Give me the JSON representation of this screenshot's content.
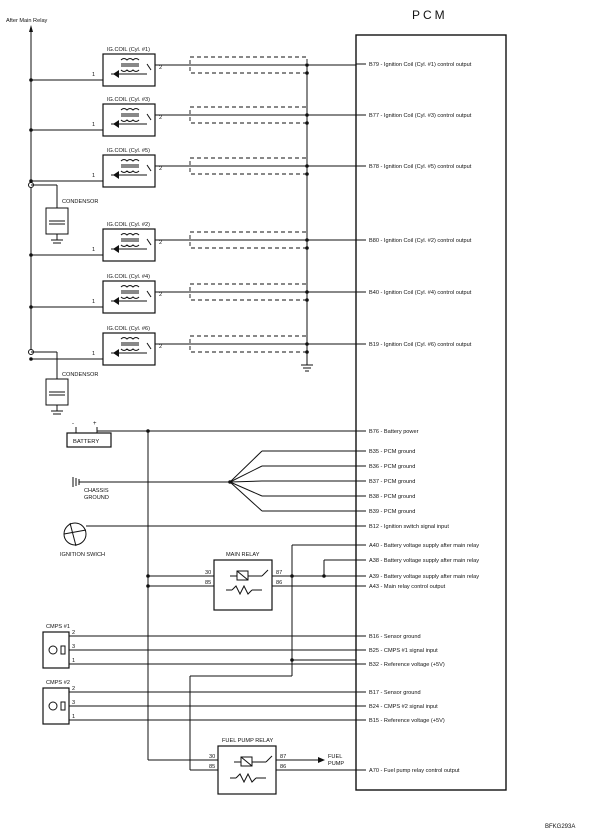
{
  "pcm_title": "PCM",
  "after_main_relay": "After Main Relay",
  "condensor": "CONDENSOR",
  "battery": "BATTERY",
  "battery_minus": "-",
  "battery_plus": "+",
  "chassis_ground": "CHASSIS\nGROUND",
  "ignition_switch": "IGNITION SWICH",
  "main_relay": "MAIN RELAY",
  "fuel_pump_relay": "FUEL PUMP RELAY",
  "fuel_pump": "FUEL\nPUMP",
  "figure_code": "BFKG293A",
  "coils": [
    {
      "label": "IG.COIL (Cyl. #1)",
      "pin1": "1",
      "pin2": "2"
    },
    {
      "label": "IG.COIL (Cyl. #3)",
      "pin1": "1",
      "pin2": "2"
    },
    {
      "label": "IG.COIL (Cyl. #5)",
      "pin1": "1",
      "pin2": "2"
    },
    {
      "label": "IG.COIL (Cyl. #2)",
      "pin1": "1",
      "pin2": "2"
    },
    {
      "label": "IG.COIL (Cyl. #4)",
      "pin1": "1",
      "pin2": "2"
    },
    {
      "label": "IG.COIL (Cyl. #6)",
      "pin1": "1",
      "pin2": "2"
    }
  ],
  "pcm_pins": [
    {
      "pin": "B79",
      "desc": "Ignition Coil (Cyl. #1) control output"
    },
    {
      "pin": "B77",
      "desc": "Ignition Coil (Cyl. #3) control output"
    },
    {
      "pin": "B78",
      "desc": "Ignition Coil (Cyl. #5) control output"
    },
    {
      "pin": "B80",
      "desc": "Ignition Coil (Cyl. #2) control output"
    },
    {
      "pin": "B40",
      "desc": "Ignition Coil (Cyl. #4) control output"
    },
    {
      "pin": "B19",
      "desc": "Ignition Coil (Cyl. #6) control output"
    },
    {
      "pin": "B76",
      "desc": "Battery power"
    },
    {
      "pin": "B35",
      "desc": "PCM ground"
    },
    {
      "pin": "B36",
      "desc": "PCM ground"
    },
    {
      "pin": "B37",
      "desc": "PCM ground"
    },
    {
      "pin": "B38",
      "desc": "PCM ground"
    },
    {
      "pin": "B39",
      "desc": "PCM ground"
    },
    {
      "pin": "B12",
      "desc": "Ignition switch signal input"
    },
    {
      "pin": "A40",
      "desc": "Battery voltage supply after main relay"
    },
    {
      "pin": "A38",
      "desc": "Battery voltage supply after main relay"
    },
    {
      "pin": "A39",
      "desc": "Battery voltage supply after main relay"
    },
    {
      "pin": "A43",
      "desc": "Main relay control output"
    },
    {
      "pin": "B16",
      "desc": "Sensor ground"
    },
    {
      "pin": "B25",
      "desc": "CMPS #1 signal input"
    },
    {
      "pin": "B32",
      "desc": "Reference voltage (+5V)"
    },
    {
      "pin": "B17",
      "desc": "Sensor ground"
    },
    {
      "pin": "B24",
      "desc": "CMPS #2 signal input"
    },
    {
      "pin": "B15",
      "desc": "Reference voltage (+5V)"
    },
    {
      "pin": "A70",
      "desc": "Fuel pump relay control output"
    }
  ],
  "main_relay_pins": {
    "p30": "30",
    "p85": "85",
    "p87": "87",
    "p86": "86"
  },
  "fuel_relay_pins": {
    "p30": "30",
    "p85": "85",
    "p87": "87",
    "p86": "86"
  },
  "cmps1": {
    "label": "CMPS #1",
    "p1": "1",
    "p2": "2",
    "p3": "3"
  },
  "cmps2": {
    "label": "CMPS #2",
    "p1": "1",
    "p2": "2",
    "p3": "3"
  }
}
